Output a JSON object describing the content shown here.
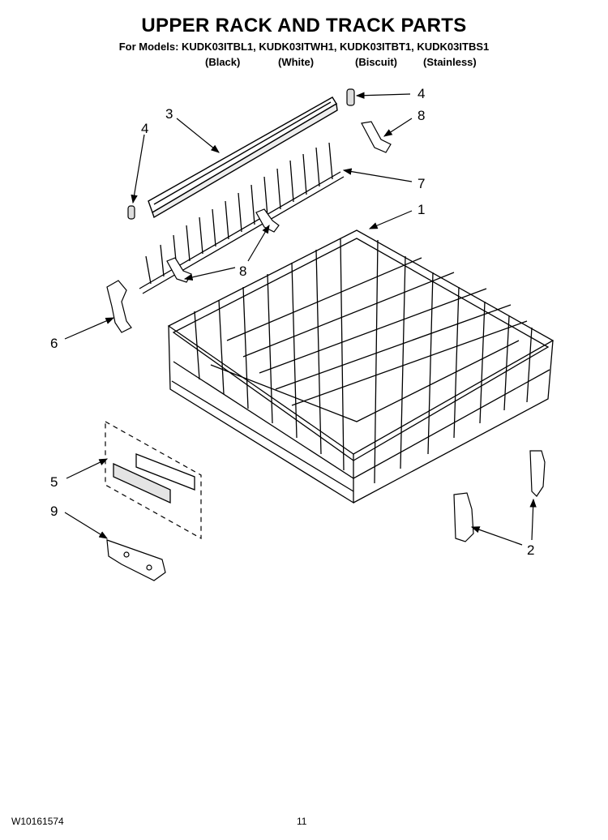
{
  "title": "UPPER RACK AND TRACK PARTS",
  "models_line": "For Models: KUDK03ITBL1, KUDK03ITWH1, KUDK03ITBT1, KUDK03ITBS1",
  "variants": [
    "(Black)",
    "(White)",
    "(Biscuit)",
    "(Stainless)"
  ],
  "callouts": {
    "c4_top": "4",
    "c8_top": "8",
    "c3": "3",
    "c4_left": "4",
    "c7": "7",
    "c1": "1",
    "c8_mid": "8",
    "c6": "6",
    "c5": "5",
    "c9": "9",
    "c2": "2"
  },
  "footer": {
    "doc_number": "W10161574",
    "page_number": "11"
  }
}
